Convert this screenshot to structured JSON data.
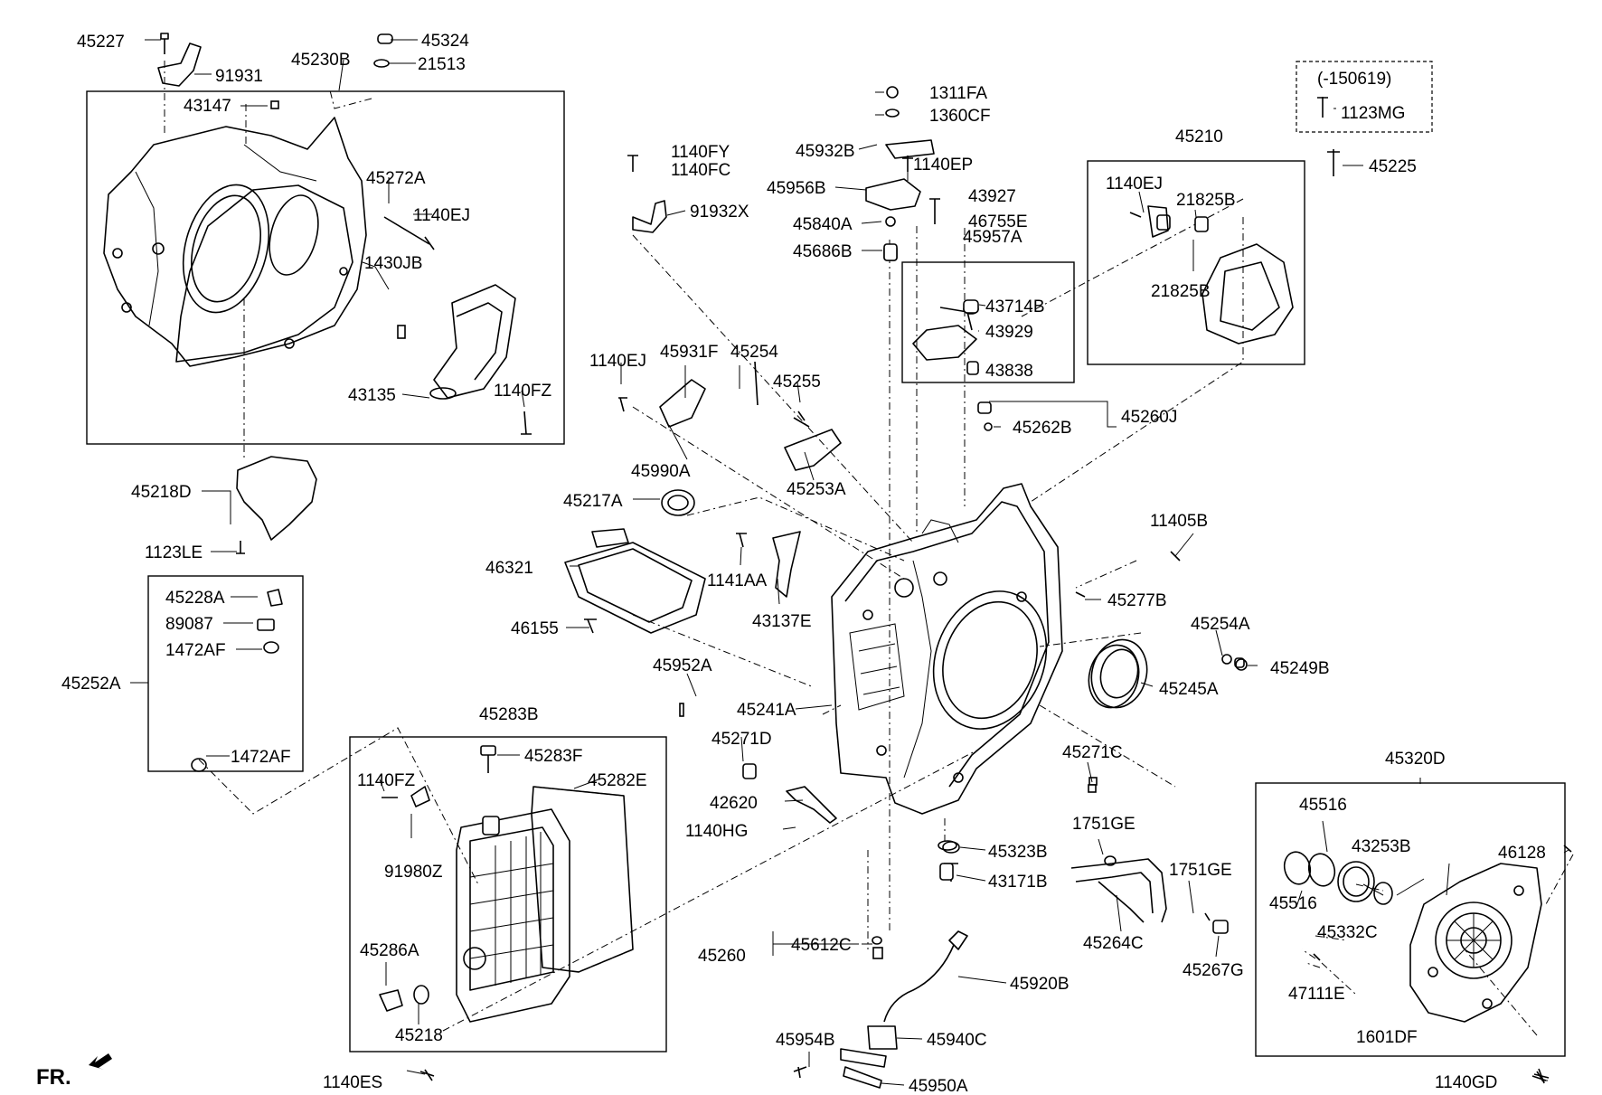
{
  "parts": {
    "45227": "45227",
    "45324": "45324",
    "91931": "91931",
    "21513": "21513",
    "45230B": "45230B",
    "43147": "43147",
    "45272A": "45272A",
    "1140EJ_a": "1140EJ",
    "1430JB": "1430JB",
    "43135": "43135",
    "1140FZ_a": "1140FZ",
    "45218D": "45218D",
    "1123LE": "1123LE",
    "45228A": "45228A",
    "89087": "89087",
    "1472AF_a": "1472AF",
    "45252A": "45252A",
    "1472AF_b": "1472AF",
    "45283B": "45283B",
    "45283F": "45283F",
    "1140FZ_b": "1140FZ",
    "45282E": "45282E",
    "91980Z": "91980Z",
    "45286A": "45286A",
    "45218": "45218",
    "1140ES": "1140ES",
    "1140FY": "1140FY",
    "1140FC": "1140FC",
    "91932X": "91932X",
    "1140EJ_b": "1140EJ",
    "45931F": "45931F",
    "45254": "45254",
    "45255": "45255",
    "45990A": "45990A",
    "45253A": "45253A",
    "45217A": "45217A",
    "46321": "46321",
    "1141AA": "1141AA",
    "43137E": "43137E",
    "46155": "46155",
    "45952A": "45952A",
    "45241A": "45241A",
    "45271D": "45271D",
    "42620": "42620",
    "1140HG": "1140HG",
    "1311FA": "1311FA",
    "1360CF": "1360CF",
    "45932B": "45932B",
    "1140EP": "1140EP",
    "45956B": "45956B",
    "43927": "43927",
    "46755E": "46755E",
    "45840A": "45840A",
    "45686B": "45686B",
    "45957A": "45957A",
    "43714B": "43714B",
    "43929": "43929",
    "43838": "43838",
    "45260J": "45260J",
    "45262B": "45262B",
    "version_note": "(-150619)",
    "1123MG": "1123MG",
    "45210": "45210",
    "45225": "45225",
    "1140EJ_c": "1140EJ",
    "21825B_a": "21825B",
    "21825B_b": "21825B",
    "11405B": "11405B",
    "45277B": "45277B",
    "45254A": "45254A",
    "45249B": "45249B",
    "45245A": "45245A",
    "45271C": "45271C",
    "1751GE_a": "1751GE",
    "1751GE_b": "1751GE",
    "45323B": "45323B",
    "43171B": "43171B",
    "45264C": "45264C",
    "45267G": "45267G",
    "45612C": "45612C",
    "45260": "45260",
    "45920B": "45920B",
    "45940C": "45940C",
    "45954B": "45954B",
    "45950A": "45950A",
    "45320D": "45320D",
    "45516_a": "45516",
    "45516_b": "45516",
    "43253B": "43253B",
    "46128": "46128",
    "45332C": "45332C",
    "47111E": "47111E",
    "1601DF": "1601DF",
    "1140GD": "1140GD"
  },
  "fr_label": "FR."
}
